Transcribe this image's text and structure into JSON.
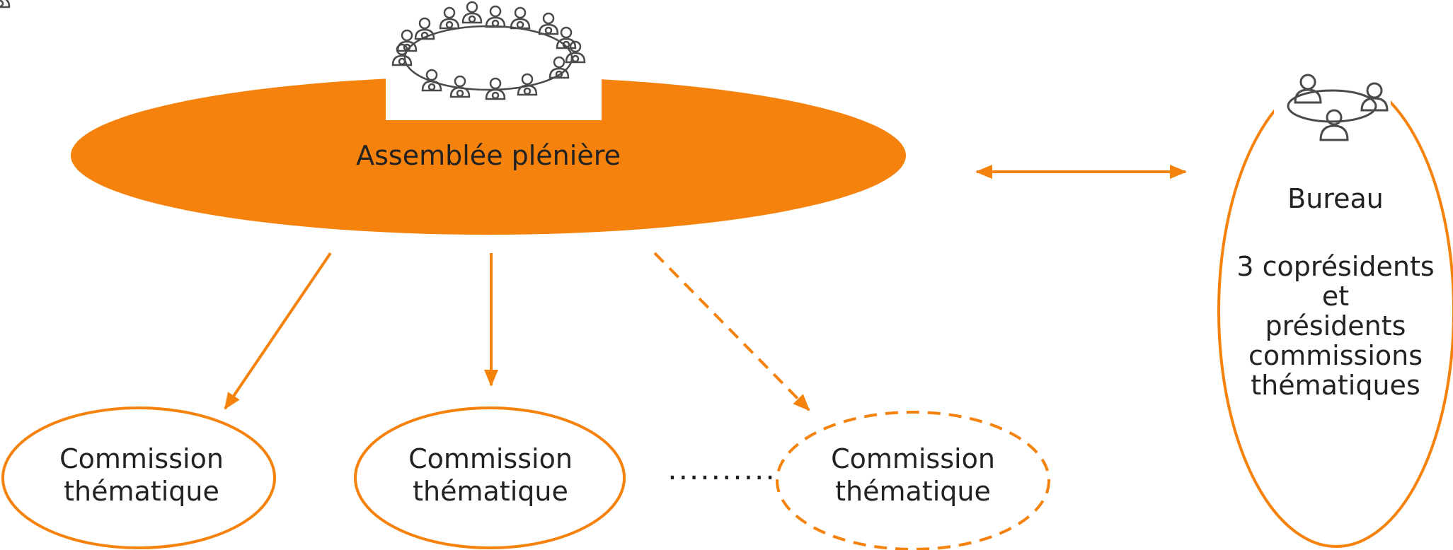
{
  "assembly": {
    "label": "Assemblée plénière"
  },
  "bureau": {
    "title": "Bureau",
    "lines": [
      "3 coprésidents",
      "et",
      "présidents",
      "commissions",
      "thématiques"
    ]
  },
  "commissions": [
    {
      "line1": "Commission",
      "line2": "thématique",
      "style": "solid"
    },
    {
      "line1": "Commission",
      "line2": "thématique",
      "style": "solid"
    },
    {
      "line1": "Commission",
      "line2": "thématique",
      "style": "dashed"
    }
  ],
  "ellipsis": "..........",
  "colors": {
    "accent": "#F5820C",
    "text": "#222222",
    "icon_stroke": "#4a4a4a"
  },
  "icons": {
    "plenary": "round-table-meeting-icon",
    "bureau": "small-meeting-icon"
  }
}
